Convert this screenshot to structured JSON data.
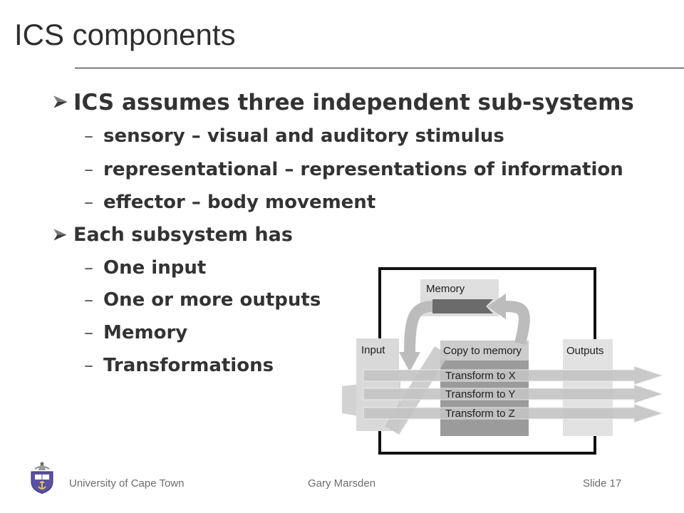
{
  "slide": {
    "title": "ICS components",
    "bullet_icon": "arrowhead-bullet-icon",
    "sub_marker": "–",
    "bullets": [
      {
        "text": "ICS assumes three independent sub-systems",
        "sub": [
          "sensory – visual and auditory stimulus",
          "representational – representations of information",
          "effector – body movement"
        ]
      },
      {
        "text": "Each subsystem has",
        "sub": [
          "One input",
          "One or more outputs",
          "Memory",
          "Transformations"
        ]
      }
    ]
  },
  "diagram": {
    "input_label": "Input",
    "memory_label": "Memory",
    "outputs_label": "Outputs",
    "process_labels": [
      "Copy to memory",
      "Transform to X",
      "Transform to Y",
      "Transform to Z"
    ]
  },
  "footer": {
    "logo_icon": "university-crest-icon",
    "institution": "University of Cape Town",
    "author": "Gary Marsden",
    "slide_number": "Slide 17"
  },
  "colors": {
    "text": "#333333",
    "footer_text": "#6d6d6d",
    "diagram_border": "#111111"
  }
}
